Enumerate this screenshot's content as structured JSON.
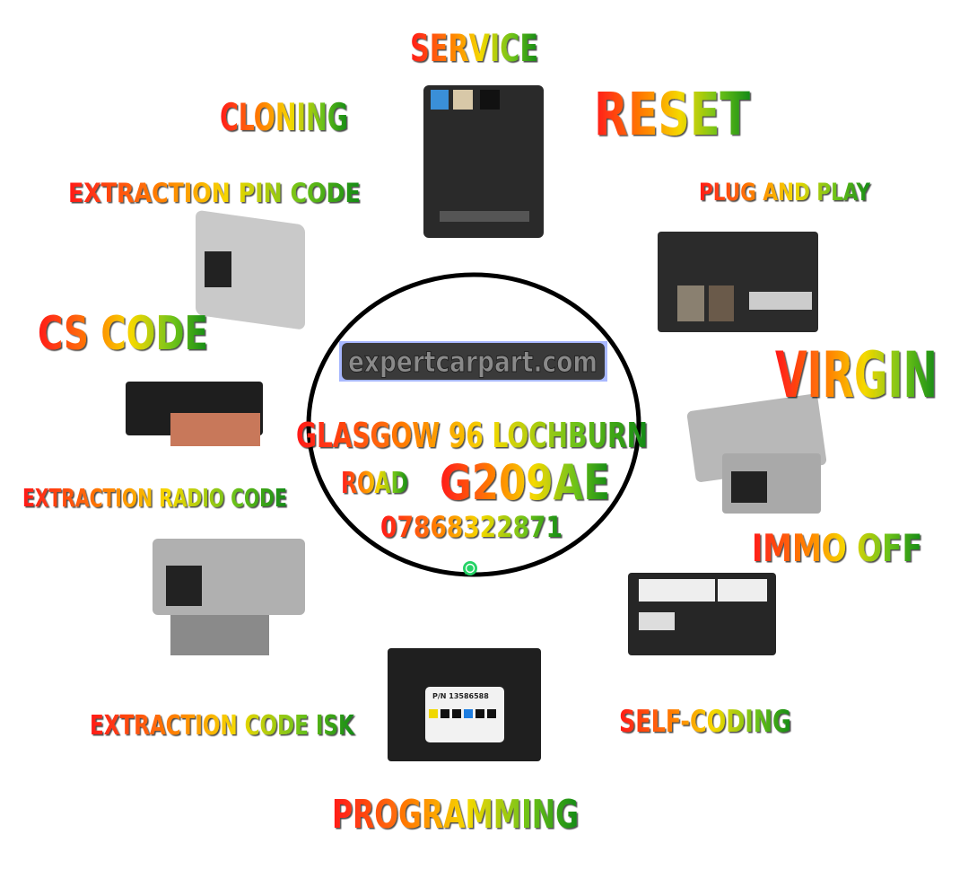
{
  "logo": {
    "text": "expertcarpart.com"
  },
  "services": {
    "service": "SERVICE",
    "cloning": "CLONING",
    "reset": "RESET",
    "extraction_pin_code": "EXTRACTION  PIN CODE",
    "plug_and_play": "PLUG AND PLAY",
    "cs_code": "CS CODE",
    "virgin": "VIRGIN",
    "extraction_radio_code": "EXTRACTION RADIO CODE",
    "immo_off": "IMMO OFF",
    "self_coding": "SELF-CODING",
    "extraction_code_isk": "EXTRACTION  CODE ISK",
    "programming": "PROGRAMMING"
  },
  "contact": {
    "address_line1": "GLASGOW 96 LOCHBURN",
    "address_road": "ROAD",
    "postcode": "G209AE",
    "phone": "07868322871",
    "whatsapp_icon": "whatsapp-icon"
  },
  "module_label": {
    "pn": "P/N  13586588"
  },
  "colors": {
    "gradient_start": "#ff1a1a",
    "gradient_mid": "#f5d800",
    "gradient_end": "#1a9a1a",
    "circle": "#000000"
  }
}
